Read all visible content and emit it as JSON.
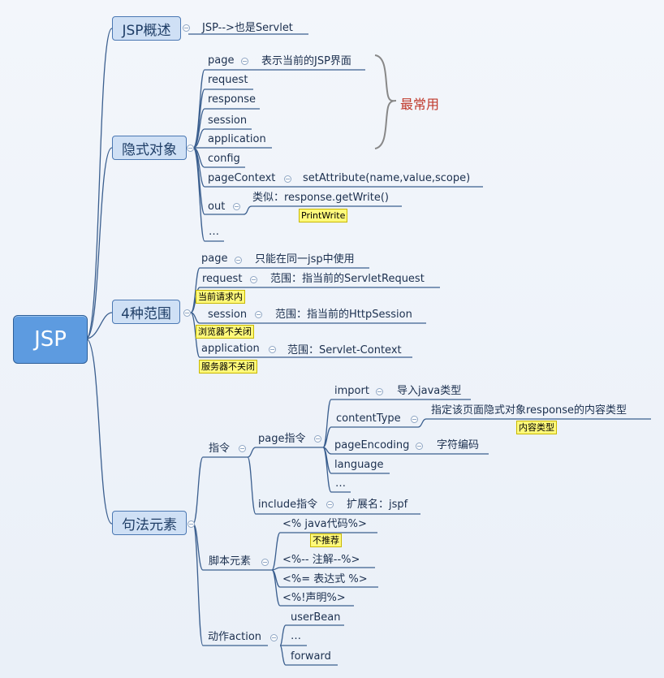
{
  "root": "JSP",
  "main": {
    "overview": "JSP概述",
    "implicit": "隐式对象",
    "scope": "4种范围",
    "syntax": "句法元素"
  },
  "overview": {
    "desc": "JSP-->也是Servlet"
  },
  "implicit": {
    "page": "page",
    "page_desc": "表示当前的JSP界面",
    "request": "request",
    "response": "response",
    "session": "session",
    "application": "application",
    "config": "config",
    "pageContext": "pageContext",
    "pageContext_desc": "setAttribute(name,value,scope)",
    "out": "out",
    "out_desc": "类似：response.getWrite()",
    "out_note": "PrintWrite",
    "more": "…",
    "common_label": "最常用"
  },
  "scope": {
    "page": "page",
    "page_desc": "只能在同一jsp中使用",
    "request": "request",
    "request_desc": "范围：指当前的ServletRequest",
    "request_note": "当前请求内",
    "session": "session",
    "session_desc": "范围：指当前的HttpSession",
    "session_note": "浏览器不关闭",
    "application": "application",
    "application_desc": "范围：Servlet-Context",
    "application_note": "服务器不关闭"
  },
  "syntax": {
    "directive": "指令",
    "page_directive": "page指令",
    "import": "import",
    "import_desc": "导入java类型",
    "contentType": "contentType",
    "contentType_desc": "指定该页面隐式对象response的内容类型",
    "contentType_note": "内容类型",
    "pageEncoding": "pageEncoding",
    "pageEncoding_desc": "字符编码",
    "language": "language",
    "page_more": "…",
    "include_directive": "include指令",
    "include_desc": "扩展名：jspf",
    "script": "脚本元素",
    "scriptlet": "<% java代码%>",
    "scriptlet_note": "不推荐",
    "comment": "<%-- 注解--%>",
    "expression": "<%= 表达式 %>",
    "declaration": "<%!声明%>",
    "action": "动作action",
    "useBean": "userBean",
    "action_more": "…",
    "forward": "forward"
  }
}
